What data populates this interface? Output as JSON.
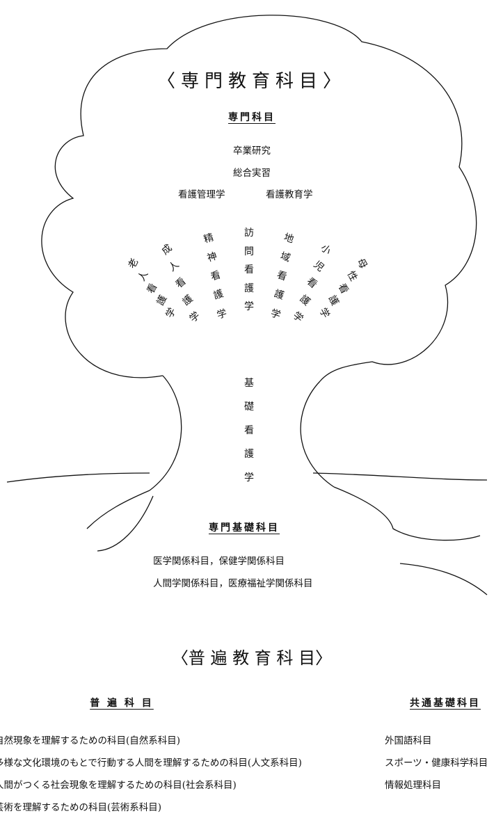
{
  "specialized": {
    "title": "〈専門教育科目〉",
    "senmon_heading": "専門科目",
    "senmon_items": [
      "卒業研究",
      "総合実習"
    ],
    "management": "看護管理学",
    "education": "看護教育学",
    "fan_columns": [
      "老人看護学",
      "成人看護学",
      "精神看護学",
      "訪問看護学",
      "地域看護学",
      "小児看護学",
      "母性看護学"
    ],
    "trunk": "基礎看護学",
    "kiso_heading": "専門基礎科目",
    "kiso_lines": [
      "医学関係科目，保健学関係科目",
      "人間学関係科目，医療福祉学関係科目"
    ]
  },
  "general": {
    "title": "〈普 遍 教 育 科 目〉",
    "fuhen_heading": "普 遍 科 目",
    "fuhen_items": [
      "自然現象を理解するための科目(自然系科目)",
      "多様な文化環境のもとで行動する人間を理解するための科目(人文系科目)",
      "人間がつくる社会現象を理解するための科目(社会系科目)",
      "芸術を理解するための科目(芸術系科目)"
    ],
    "kyotsu_heading": "共通基礎科目",
    "kyotsu_items": [
      "外国語科目",
      "スポーツ・健康科学科目",
      "情報処理科目"
    ]
  }
}
